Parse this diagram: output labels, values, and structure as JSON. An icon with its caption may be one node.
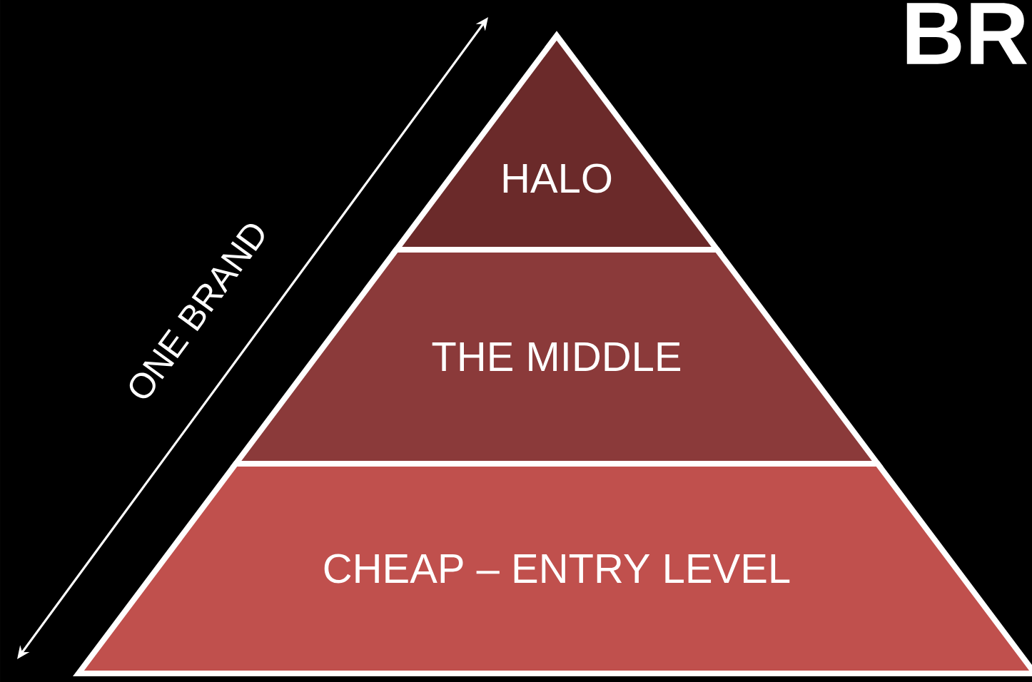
{
  "diagram": {
    "title": "BR",
    "nodes": [
      {
        "text": [
          "HALO"
        ]
      },
      {
        "text": [
          "THE MIDDLE"
        ]
      },
      {
        "text": [
          "CHEAP – ENTRY LEVEL"
        ]
      }
    ],
    "labels": [
      "ONE BRAND"
    ]
  }
}
